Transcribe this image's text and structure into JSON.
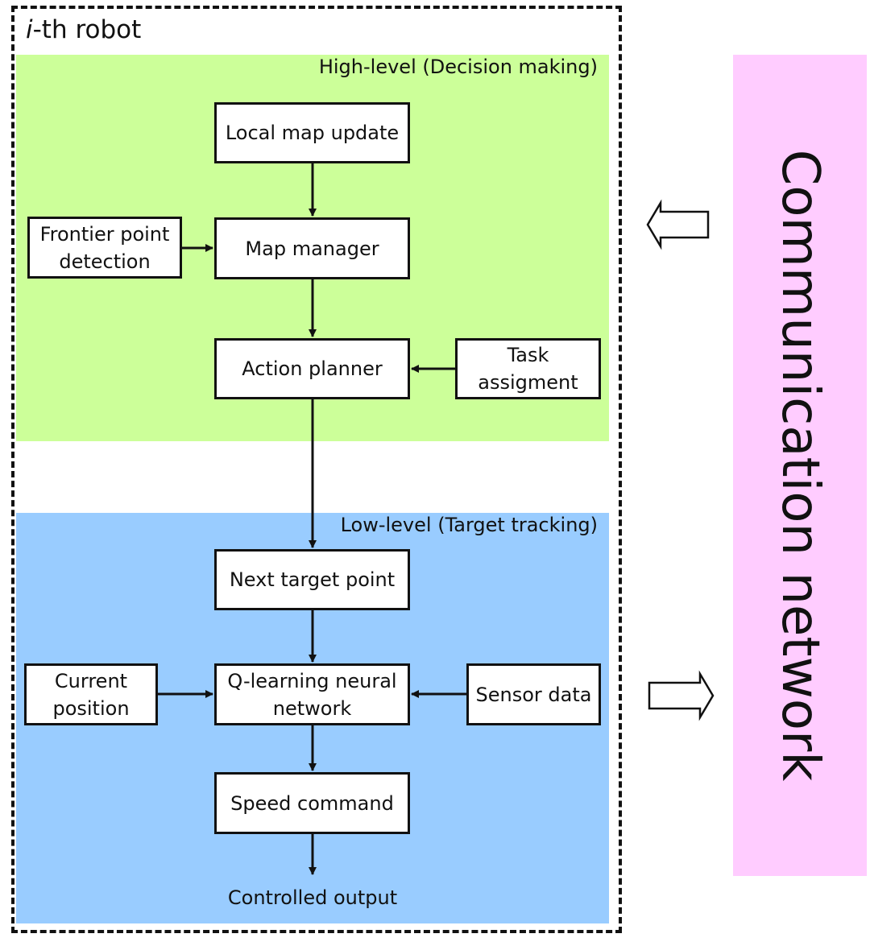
{
  "robot": {
    "title_prefix": "i",
    "title_suffix": "-th robot"
  },
  "high_level": {
    "label": "High-level (Decision making)",
    "boxes": {
      "local_map_update": "Local map update",
      "frontier_point_detection": [
        "Frontier point",
        "detection"
      ],
      "map_manager": "Map manager",
      "action_planner": "Action planner",
      "task_assignment": [
        "Task",
        "assigment"
      ]
    }
  },
  "low_level": {
    "label": "Low-level (Target tracking)",
    "boxes": {
      "next_target_point": "Next target point",
      "current_position": [
        "Current",
        "position"
      ],
      "q_learning_network": [
        "Q-learning neural",
        "network"
      ],
      "sensor_data": "Sensor data",
      "speed_command": "Speed command"
    },
    "output_label": "Controlled output"
  },
  "communication": {
    "label": "Communication network"
  }
}
